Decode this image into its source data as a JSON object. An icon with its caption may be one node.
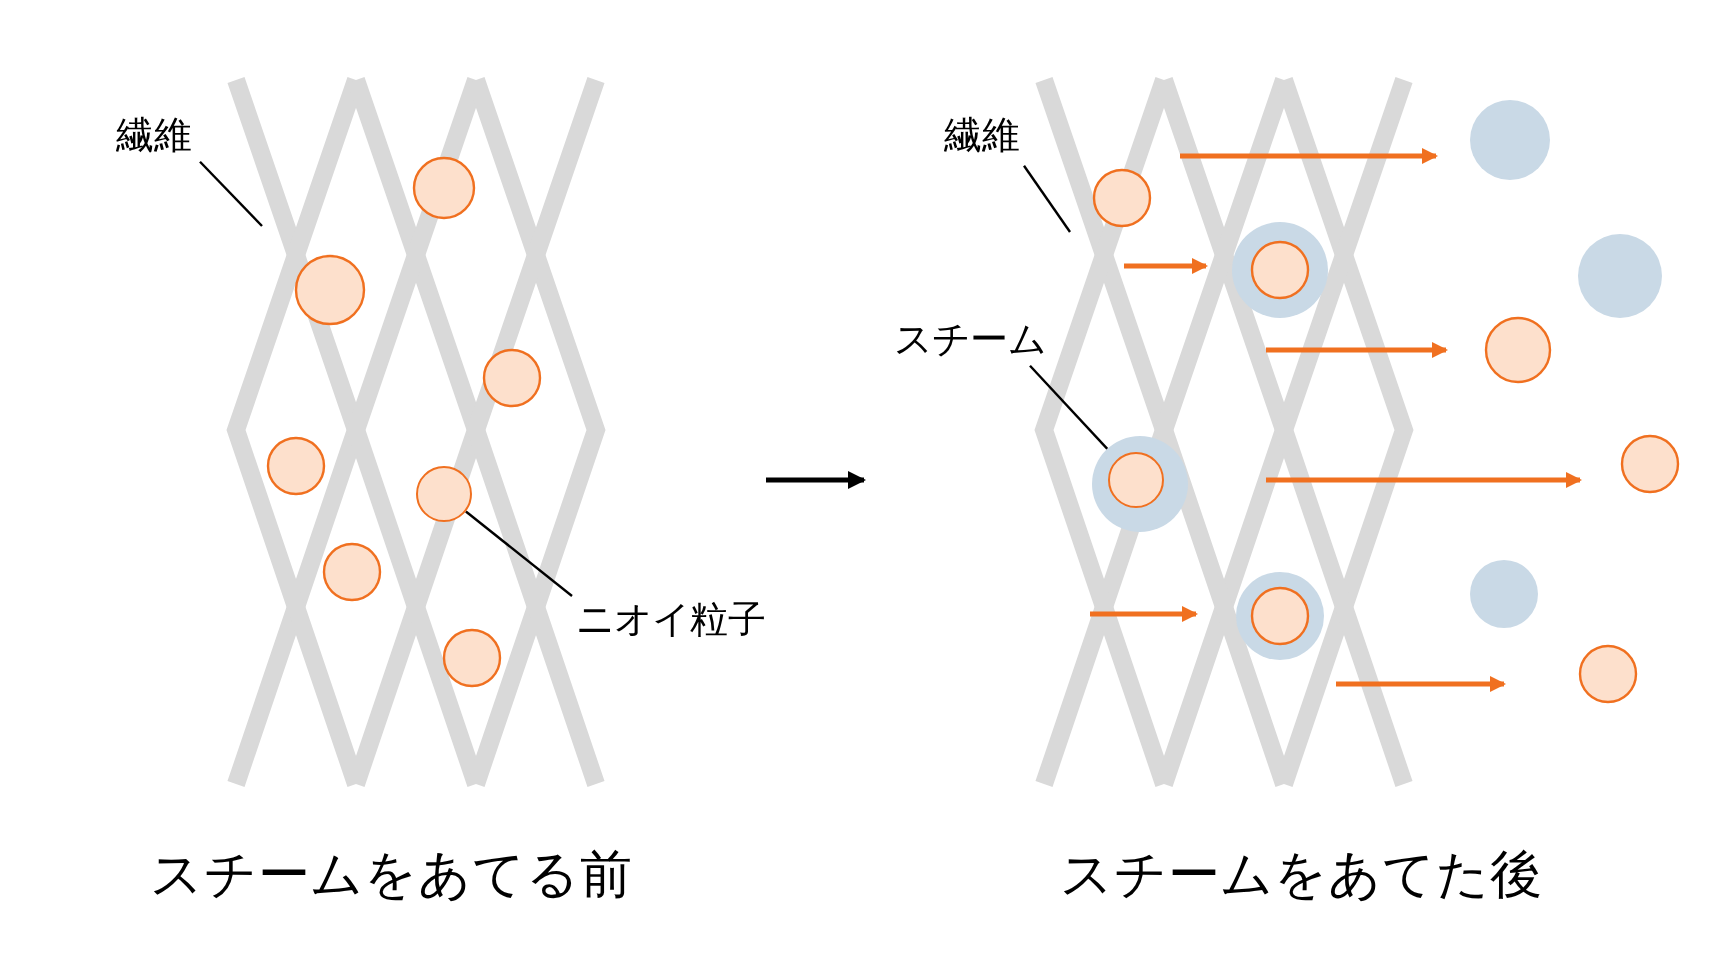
{
  "diagram": {
    "nodes": [
      {
        "text": [
          "繊維"
        ]
      },
      {
        "text": [
          "ニオイ粒子"
        ]
      },
      {
        "text": [],
        "shape": "circle"
      },
      {
        "text": [
          "繊維"
        ]
      },
      {
        "text": [
          "スチーム"
        ]
      },
      {
        "text": [],
        "shape": "circle"
      }
    ],
    "edges": [
      {
        "from": 0,
        "to": null,
        "arrow": "none"
      },
      {
        "from": 1,
        "to": 2,
        "arrow": "none"
      },
      {
        "from": 3,
        "to": null,
        "arrow": "none"
      },
      {
        "from": 4,
        "to": 5,
        "arrow": "none"
      }
    ],
    "labels": [
      "スチームをあてる前",
      "スチームをあてた後"
    ]
  }
}
